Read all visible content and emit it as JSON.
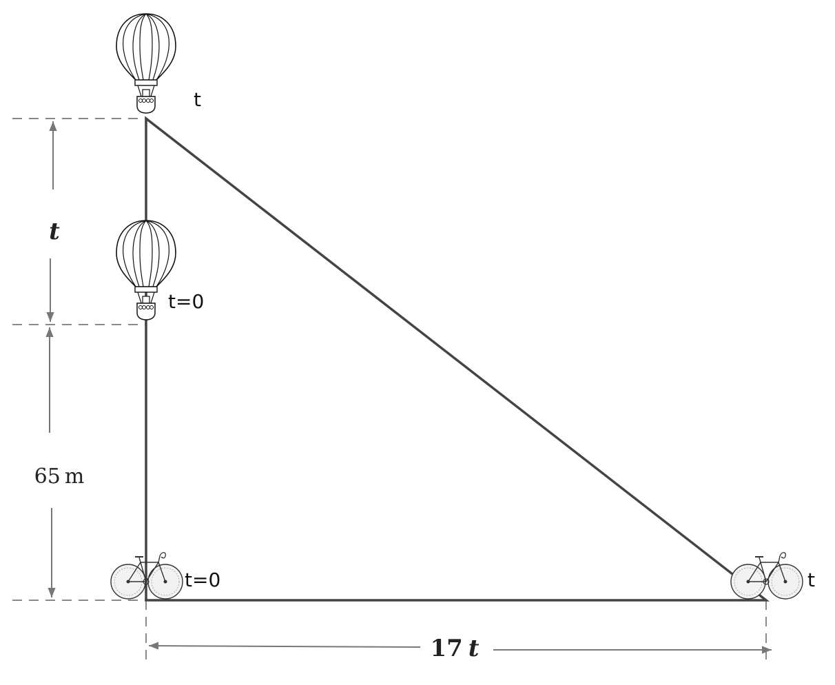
{
  "labels": {
    "balloon_top_time": "t",
    "balloon_start_time": "t=0",
    "bike_start_time": "t=0",
    "bike_end_time": "t",
    "rise_distance": "t",
    "initial_height": "65",
    "initial_height_unit": "m",
    "ground_distance_coef": "17",
    "ground_distance_var": "t"
  },
  "colors": {
    "triangle": "#444444",
    "dimension": "#777777",
    "dashed": "#888888"
  },
  "icons": {
    "balloon": "hot-air-balloon-icon",
    "bicycle": "bicycle-icon"
  }
}
